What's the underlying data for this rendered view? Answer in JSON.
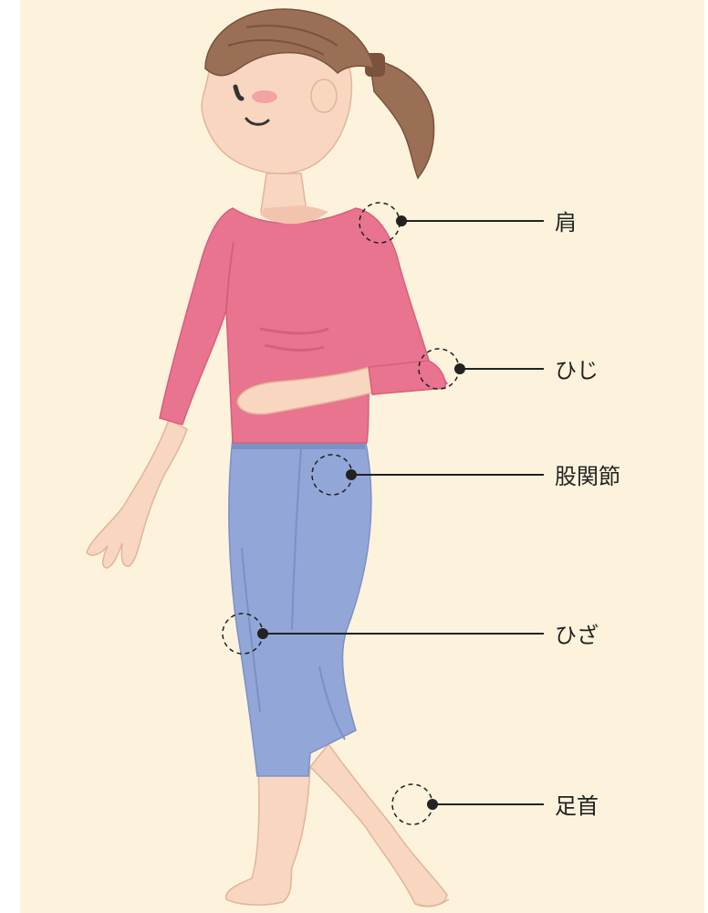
{
  "colors": {
    "background": "#fdf3dc",
    "frame": "#ffffff",
    "skin": "#f8d6c0",
    "skin_shadow": "#efbba4",
    "hair": "#9a6f55",
    "hair_dark": "#7b523d",
    "shirt": "#e9748f",
    "shirt_shadow": "#d85f7b",
    "jeans": "#93a6d8",
    "jeans_shadow": "#7c90c6",
    "cheek": "#f2a3a6",
    "line": "#222222"
  },
  "labels": [
    {
      "id": "shoulder",
      "text": "肩"
    },
    {
      "id": "elbow",
      "text": "ひじ"
    },
    {
      "id": "hip",
      "text": "股関節"
    },
    {
      "id": "knee",
      "text": "ひざ"
    },
    {
      "id": "ankle",
      "text": "足首"
    }
  ]
}
